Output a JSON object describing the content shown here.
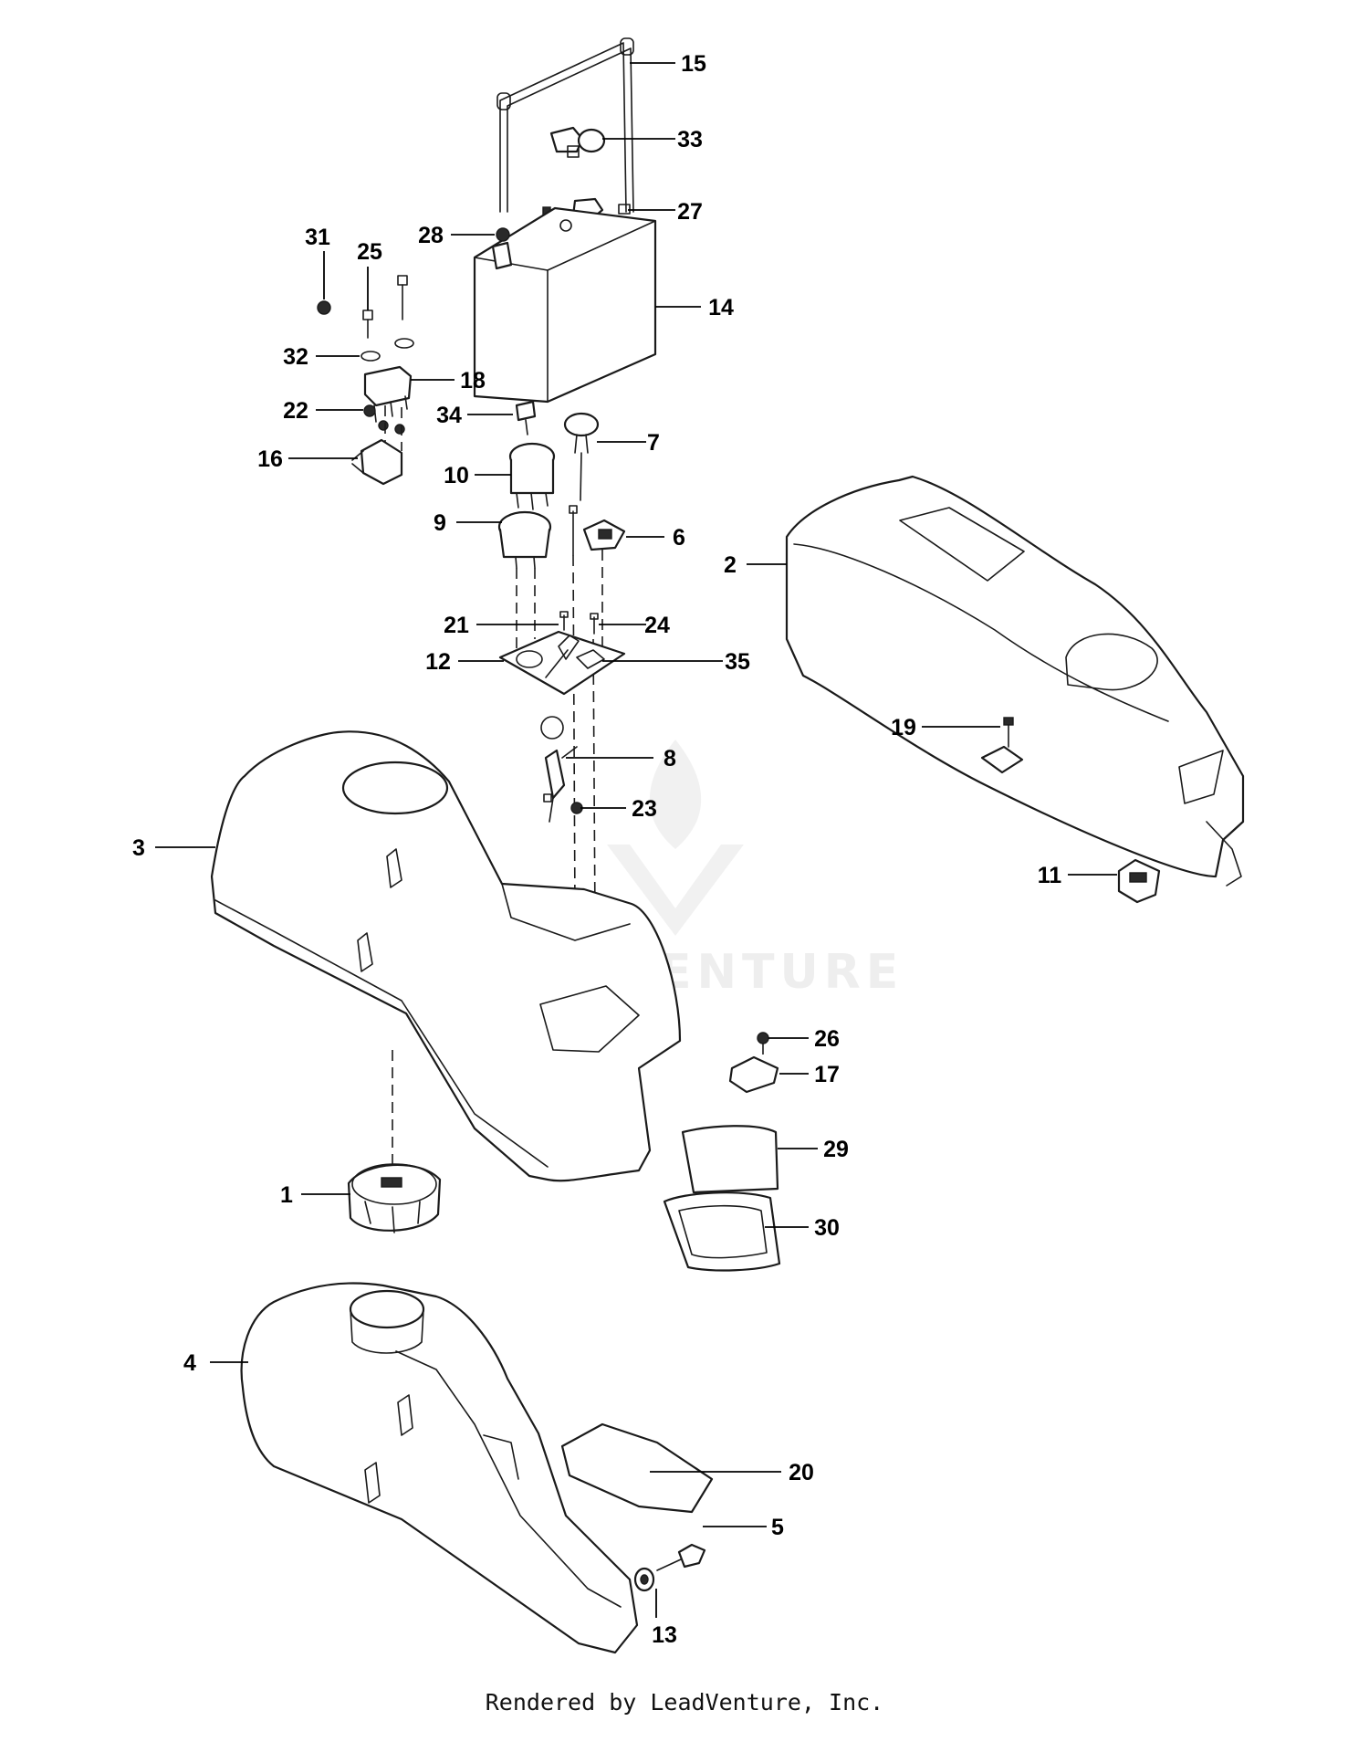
{
  "diagram": {
    "callouts": [
      {
        "id": "1",
        "label": "1"
      },
      {
        "id": "2",
        "label": "2"
      },
      {
        "id": "3",
        "label": "3"
      },
      {
        "id": "4",
        "label": "4"
      },
      {
        "id": "5",
        "label": "5"
      },
      {
        "id": "6",
        "label": "6"
      },
      {
        "id": "7",
        "label": "7"
      },
      {
        "id": "8",
        "label": "8"
      },
      {
        "id": "9",
        "label": "9"
      },
      {
        "id": "10",
        "label": "10"
      },
      {
        "id": "11",
        "label": "11"
      },
      {
        "id": "12",
        "label": "12"
      },
      {
        "id": "13",
        "label": "13"
      },
      {
        "id": "14",
        "label": "14"
      },
      {
        "id": "15",
        "label": "15"
      },
      {
        "id": "16",
        "label": "16"
      },
      {
        "id": "17",
        "label": "17"
      },
      {
        "id": "18",
        "label": "18"
      },
      {
        "id": "19",
        "label": "19"
      },
      {
        "id": "20",
        "label": "20"
      },
      {
        "id": "21",
        "label": "21"
      },
      {
        "id": "22",
        "label": "22"
      },
      {
        "id": "23",
        "label": "23"
      },
      {
        "id": "24",
        "label": "24"
      },
      {
        "id": "25",
        "label": "25"
      },
      {
        "id": "26",
        "label": "26"
      },
      {
        "id": "27",
        "label": "27"
      },
      {
        "id": "28",
        "label": "28"
      },
      {
        "id": "29",
        "label": "29"
      },
      {
        "id": "30",
        "label": "30"
      },
      {
        "id": "31",
        "label": "31"
      },
      {
        "id": "32",
        "label": "32"
      },
      {
        "id": "33",
        "label": "33"
      },
      {
        "id": "34",
        "label": "34"
      },
      {
        "id": "35",
        "label": "35"
      }
    ]
  },
  "watermark": {
    "text": "LEADVENTURE"
  },
  "footer": {
    "text": "Rendered by LeadVenture, Inc."
  }
}
